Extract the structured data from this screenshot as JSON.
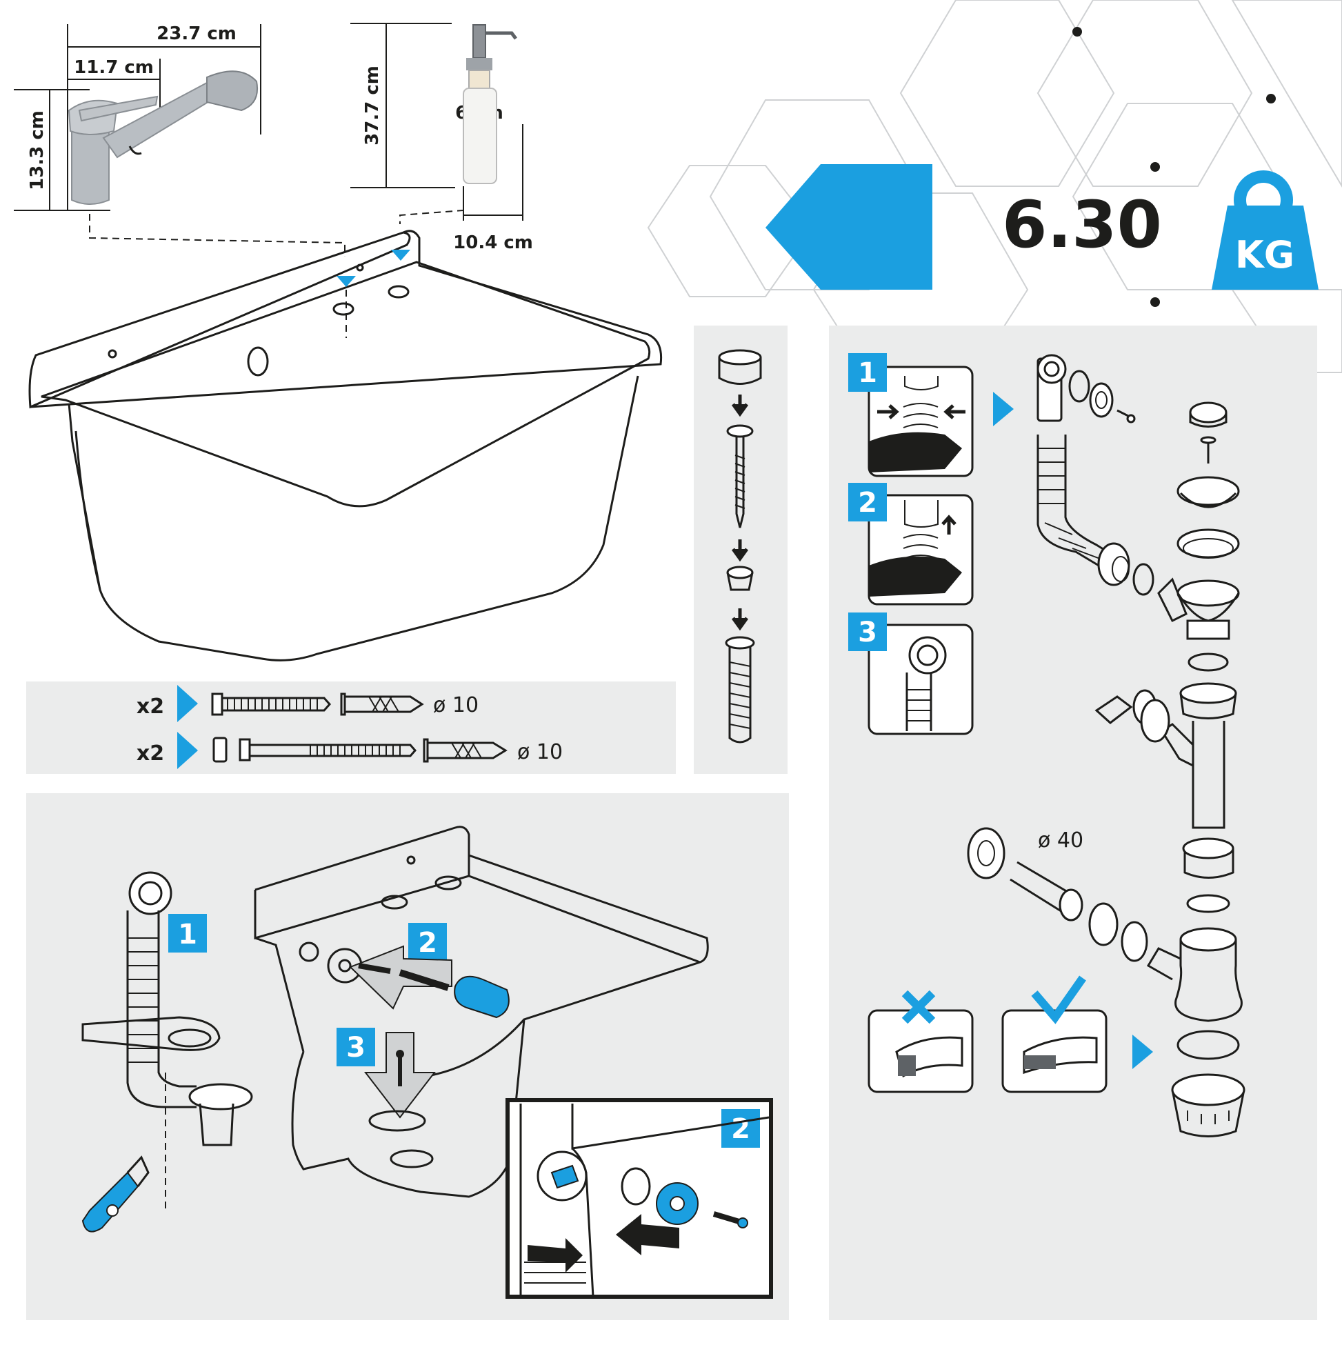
{
  "colors": {
    "accent": "#1b9fe0",
    "ink": "#1d1d1b",
    "panel": "#ebecec"
  },
  "faucet": {
    "width_total": "23.7 cm",
    "width_spout": "11.7 cm",
    "height": "13.3 cm"
  },
  "dispenser": {
    "height": "37.7 cm",
    "bottle_width": "6 cm",
    "depth": "10.4 cm"
  },
  "weight": {
    "value": "6.30",
    "unit": "KG"
  },
  "fixings": {
    "row1": {
      "qty": "x2",
      "diameter": "ø 10"
    },
    "row2": {
      "qty": "x2",
      "diameter": "ø 10"
    }
  },
  "install_steps": {
    "step1": "1",
    "step2": "2",
    "step3": "3",
    "inset_step": "2"
  },
  "hose_steps": {
    "step1": "1",
    "step2": "2",
    "step3": "3"
  },
  "siphon": {
    "pipe_diameter": "ø 40"
  }
}
